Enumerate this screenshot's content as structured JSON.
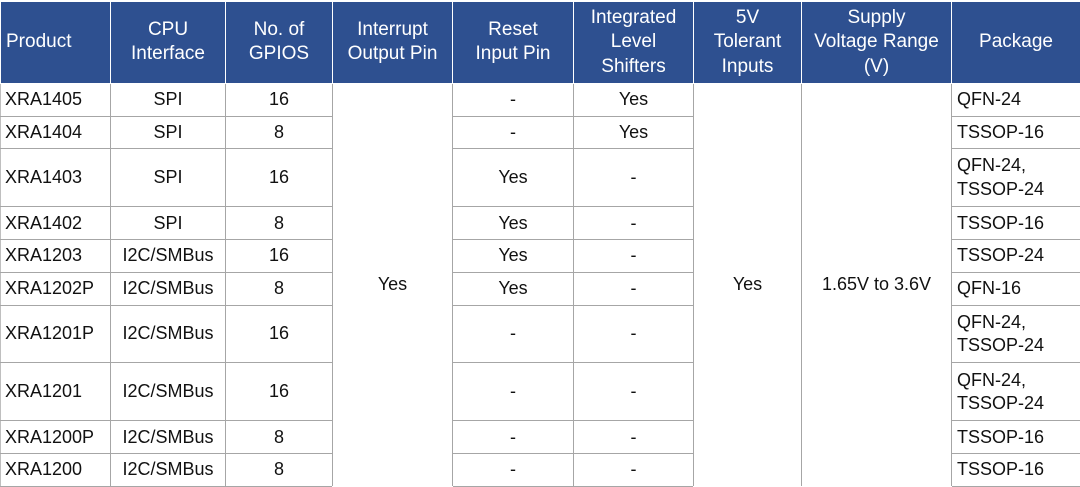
{
  "table": {
    "name": "product-selector-table",
    "header_bg": "#2e5090",
    "header_text_color": "#ffffff",
    "grid_color": "#a6a6a6",
    "columns": [
      {
        "key": "product",
        "label": "Product"
      },
      {
        "key": "cpu_interface",
        "label": "CPU Interface"
      },
      {
        "key": "gpios",
        "label": "No. of GPIOS"
      },
      {
        "key": "interrupt",
        "label": "Interrupt Output Pin"
      },
      {
        "key": "reset",
        "label": "Reset Input Pin"
      },
      {
        "key": "level_shifters",
        "label": "Integrated Level Shifters"
      },
      {
        "key": "tolerant_5v",
        "label": "5V Tolerant Inputs"
      },
      {
        "key": "supply",
        "label": "Supply Voltage Range (V)"
      },
      {
        "key": "package",
        "label": "Package"
      }
    ],
    "header_lines": {
      "product": [
        "Product"
      ],
      "cpu_interface": [
        "CPU",
        "Interface"
      ],
      "gpios": [
        "No. of",
        "GPIOS"
      ],
      "interrupt": [
        "Interrupt",
        "Output Pin"
      ],
      "reset": [
        "Reset",
        "Input Pin"
      ],
      "level_shifters": [
        "Integrated",
        "Level",
        "Shifters"
      ],
      "tolerant_5v": [
        "5V",
        "Tolerant",
        "Inputs"
      ],
      "supply": [
        "Supply",
        "Voltage Range",
        "(V)"
      ],
      "package": [
        "Package"
      ]
    },
    "merged": {
      "interrupt_all": "Yes",
      "tolerant_5v_all": "Yes",
      "supply_all": "1.65V to 3.6V"
    },
    "rows": [
      {
        "product": "XRA1405",
        "cpu_interface": "SPI",
        "gpios": "16",
        "reset": "-",
        "level_shifters": "Yes",
        "package": [
          "QFN-24"
        ]
      },
      {
        "product": "XRA1404",
        "cpu_interface": "SPI",
        "gpios": "8",
        "reset": "-",
        "level_shifters": "Yes",
        "package": [
          "TSSOP-16"
        ]
      },
      {
        "product": "XRA1403",
        "cpu_interface": "SPI",
        "gpios": "16",
        "reset": "Yes",
        "level_shifters": "-",
        "package": [
          "QFN-24,",
          "TSSOP-24"
        ]
      },
      {
        "product": "XRA1402",
        "cpu_interface": "SPI",
        "gpios": "8",
        "reset": "Yes",
        "level_shifters": "-",
        "package": [
          "TSSOP-16"
        ]
      },
      {
        "product": "XRA1203",
        "cpu_interface": "I2C/SMBus",
        "gpios": "16",
        "reset": "Yes",
        "level_shifters": "-",
        "package": [
          "TSSOP-24"
        ]
      },
      {
        "product": "XRA1202P",
        "cpu_interface": "I2C/SMBus",
        "gpios": "8",
        "reset": "Yes",
        "level_shifters": "-",
        "package": [
          "QFN-16"
        ]
      },
      {
        "product": "XRA1201P",
        "cpu_interface": "I2C/SMBus",
        "gpios": "16",
        "reset": "-",
        "level_shifters": "-",
        "package": [
          "QFN-24,",
          "TSSOP-24"
        ]
      },
      {
        "product": "XRA1201",
        "cpu_interface": "I2C/SMBus",
        "gpios": "16",
        "reset": "-",
        "level_shifters": "-",
        "package": [
          "QFN-24,",
          "TSSOP-24"
        ]
      },
      {
        "product": "XRA1200P",
        "cpu_interface": "I2C/SMBus",
        "gpios": "8",
        "reset": "-",
        "level_shifters": "-",
        "package": [
          "TSSOP-16"
        ]
      },
      {
        "product": "XRA1200",
        "cpu_interface": "I2C/SMBus",
        "gpios": "8",
        "reset": "-",
        "level_shifters": "-",
        "package": [
          "TSSOP-16"
        ]
      }
    ]
  }
}
